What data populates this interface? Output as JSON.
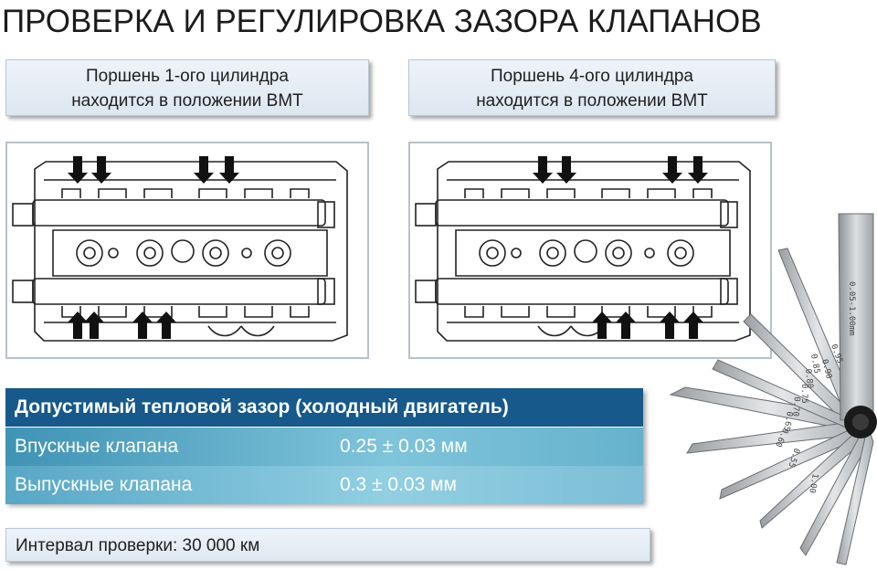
{
  "page": {
    "title": "ПРОВЕРКА И РЕГУЛИРОВКА ЗАЗОРА КЛАПАНОВ"
  },
  "cylinders": [
    {
      "line1": "Поршень 1-ого цилиндра",
      "line2": "находится в положении ВМТ"
    },
    {
      "line1": "Поршень 4-ого цилиндра",
      "line2": "находится в положении ВМТ"
    }
  ],
  "clearance": {
    "header": "Допустимый тепловой зазор (холодный двигатель)",
    "rows": [
      {
        "name": "Впускные клапана",
        "value": "0.25 ± 0.03 мм"
      },
      {
        "name": "Выпускные клапана",
        "value": "0.3 ± 0.03 мм"
      }
    ]
  },
  "interval": "Интервал проверки: 30 000 км",
  "feeler_gauge": {
    "handle_label": "0.05-1.00mm",
    "blade_labels": [
      "1.00",
      "0.55",
      "0.60",
      "0.65",
      "0.70",
      "0.75",
      "0.80",
      "0.85",
      "0.90",
      "0.95"
    ]
  },
  "colors": {
    "header_blue": "#16598a",
    "row_blue": "#5fb0cf",
    "caption_bg": "#e6eef6"
  },
  "icons": [
    "arrow-down-icon",
    "arrow-up-icon"
  ]
}
